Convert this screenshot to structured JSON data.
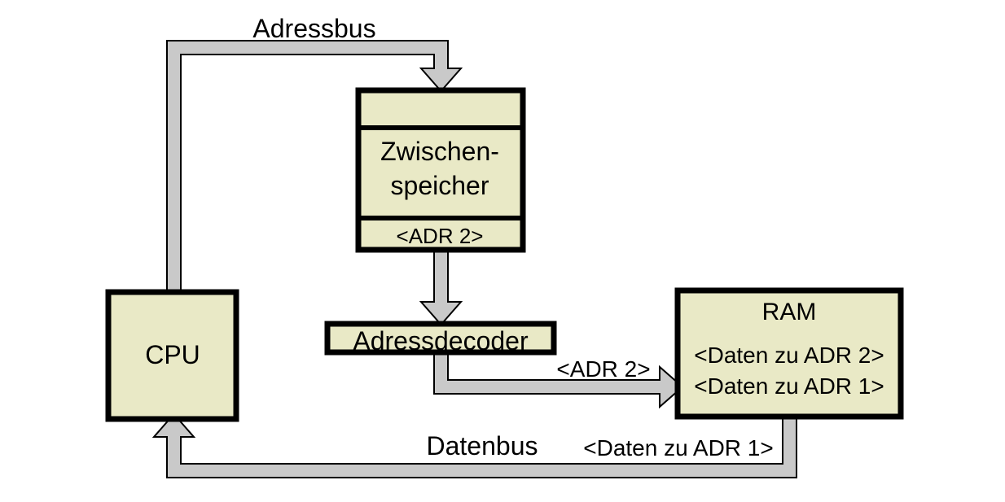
{
  "diagram": {
    "title_bus_top": "Adressbus",
    "title_bus_bottom": "Datenbus",
    "colors": {
      "box_fill": "#E9E9C6",
      "box_stroke": "#000000",
      "bus_fill": "#C9C9C9",
      "bus_stroke": "#000000",
      "background": "#FFFFFF"
    },
    "nodes": {
      "cpu": {
        "label": "CPU"
      },
      "zwischenspeicher": {
        "top_cell": "",
        "label_line1": "Zwischen-",
        "label_line2": "speicher",
        "bottom_cell": "<ADR 2>"
      },
      "adressdecoder": {
        "label": "Adressdecoder"
      },
      "ram": {
        "label": "RAM",
        "line1": "<Daten zu ADR 2>",
        "line2": "<Daten zu ADR 1>"
      }
    },
    "edges": {
      "cpu_to_zwischenspeicher": {
        "bus_label": "Adressbus",
        "from": "CPU",
        "to": "Zwischenspeicher"
      },
      "zwischenspeicher_to_adressdecoder": {
        "bus_label": "",
        "from": "Zwischenspeicher",
        "to": "Adressdecoder"
      },
      "adressdecoder_to_ram": {
        "bus_label": "<ADR 2>",
        "from": "Adressdecoder",
        "to": "RAM"
      },
      "ram_to_cpu": {
        "bus_label": "Datenbus",
        "payload_label": "<Daten zu ADR 1>",
        "from": "RAM",
        "to": "CPU"
      }
    }
  }
}
